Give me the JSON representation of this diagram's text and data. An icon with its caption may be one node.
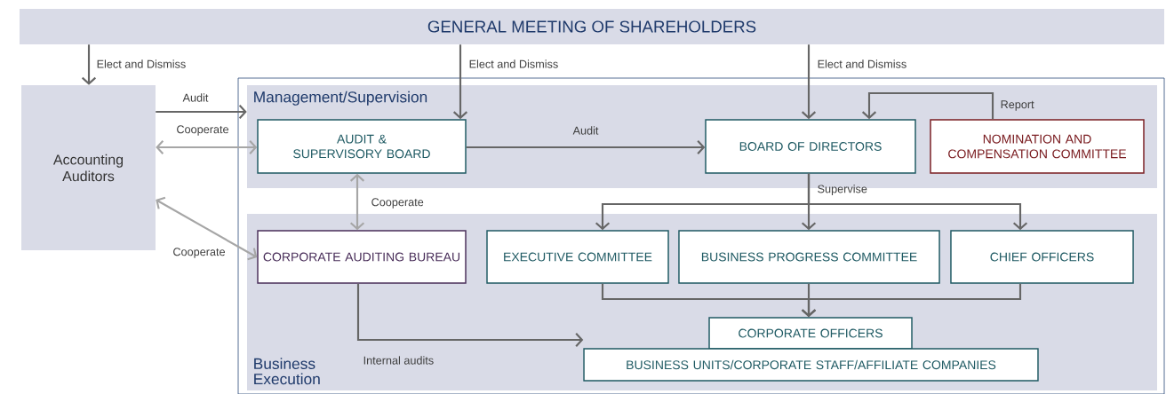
{
  "diagram": {
    "nodes": [
      {
        "text": [
          "GENERAL MEETING OF SHAREHOLDERS"
        ]
      },
      {
        "text": [
          "Accounting Auditors"
        ]
      },
      {
        "text": [
          "Management/Supervision"
        ]
      },
      {
        "text": [
          "AUDIT & SUPERVISORY BOARD"
        ],
        "in": 2
      },
      {
        "text": [
          "BOARD OF DIRECTORS"
        ],
        "in": 2
      },
      {
        "text": [
          "NOMINATION AND COMPENSATION COMMITTEE"
        ],
        "in": 2
      },
      {
        "text": [
          "Business Execution"
        ]
      },
      {
        "text": [
          "CORPORATE AUDITING BUREAU"
        ],
        "in": 6
      },
      {
        "text": [
          "EXECUTIVE COMMITTEE"
        ],
        "in": 6
      },
      {
        "text": [
          "BUSINESS PROGRESS COMMITTEE"
        ],
        "in": 6
      },
      {
        "text": [
          "CHIEF OFFICERS"
        ],
        "in": 6
      },
      {
        "text": [
          "CORPORATE OFFICERS"
        ],
        "in": 6
      },
      {
        "text": [
          "BUSINESS UNITS/CORPORATE STAFF/AFFILIATE COMPANIES"
        ],
        "in": 6
      }
    ],
    "edges": [
      {
        "from": 0,
        "to": 1,
        "arrow": "to",
        "label": "Elect and Dismiss"
      },
      {
        "from": 0,
        "to": 3,
        "arrow": "to",
        "label": "Elect and Dismiss"
      },
      {
        "from": 0,
        "to": 4,
        "arrow": "to",
        "label": "Elect and Dismiss"
      },
      {
        "from": 1,
        "to": 2,
        "arrow": "to",
        "label": "Audit"
      },
      {
        "from": 1,
        "to": 3,
        "arrow": "both",
        "label": "Cooperate",
        "color": "#a6a6a6"
      },
      {
        "from": 3,
        "to": 4,
        "arrow": "to",
        "label": "Audit"
      },
      {
        "from": 5,
        "to": 4,
        "arrow": "to",
        "label": "Report"
      },
      {
        "from": 4,
        "to": 8,
        "arrow": "to"
      },
      {
        "from": 4,
        "to": 9,
        "arrow": "to",
        "label": "Supervise"
      },
      {
        "from": 4,
        "to": 10,
        "arrow": "to"
      },
      {
        "from": 3,
        "to": 7,
        "arrow": "both",
        "label": "Cooperate",
        "color": "#a6a6a6"
      },
      {
        "from": 1,
        "to": 7,
        "arrow": "both",
        "label": "Cooperate",
        "color": "#a6a6a6"
      },
      {
        "from": 8,
        "to": 11,
        "arrow": "to"
      },
      {
        "from": 9,
        "to": 11,
        "arrow": "to"
      },
      {
        "from": 10,
        "to": 11,
        "arrow": "to"
      },
      {
        "from": 7,
        "to": 12,
        "arrow": "to",
        "label": "Internal audits"
      }
    ]
  }
}
